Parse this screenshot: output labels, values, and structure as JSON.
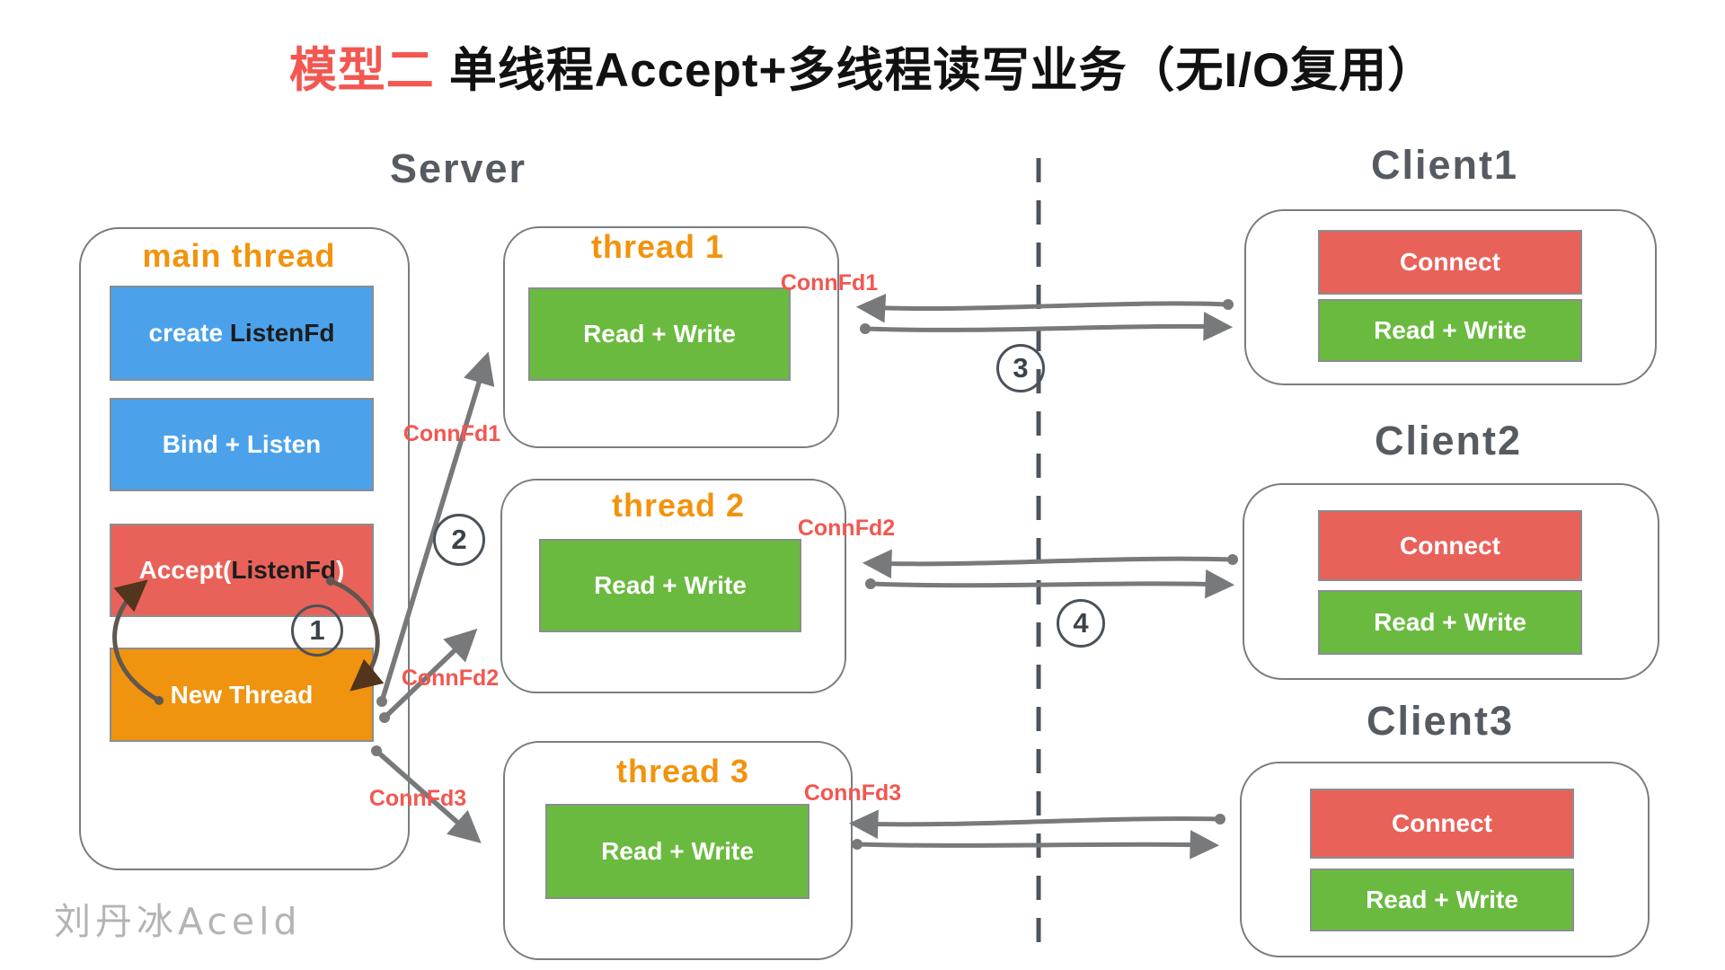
{
  "title": {
    "badge": "模型二",
    "text": "单线程Accept+多线程读写业务（无I/O复用）"
  },
  "section_labels": {
    "server": "Server"
  },
  "main_thread": {
    "label": "main thread",
    "create": {
      "white": "create ",
      "black": "ListenFd"
    },
    "bind": "Bind + Listen",
    "accept": {
      "open": "Accept(",
      "fd": "ListenFd",
      "close": ")"
    },
    "new_thread": "New Thread"
  },
  "threads": [
    {
      "label": "thread 1",
      "body": "Read + Write",
      "conn_label_at_source": "ConnFd1",
      "conn_label_at_thread": "ConnFd1"
    },
    {
      "label": "thread 2",
      "body": "Read + Write",
      "conn_label_at_source": "ConnFd2",
      "conn_label_at_thread": "ConnFd2"
    },
    {
      "label": "thread 3",
      "body": "Read + Write",
      "conn_label_at_source": "ConnFd3",
      "conn_label_at_thread": "ConnFd3"
    }
  ],
  "clients": [
    {
      "label": "Client1",
      "connect": "Connect",
      "rw": "Read + Write"
    },
    {
      "label": "Client2",
      "connect": "Connect",
      "rw": "Read + Write"
    },
    {
      "label": "Client3",
      "connect": "Connect",
      "rw": "Read + Write"
    }
  ],
  "steps": {
    "s1": "1",
    "s2": "2",
    "s3": "3",
    "s4": "4"
  },
  "watermark": "刘丹冰Aceld",
  "colors": {
    "blue_box": "#4ba2ea",
    "red_box": "#e8625a",
    "green_box": "#6aba3f",
    "orange_box": "#f0930f",
    "orange_label": "#f2930d",
    "conn_red": "#f25750",
    "title_red": "#f25750",
    "section_label_gray": "#555b60",
    "arrow_gray": "#77797b",
    "arrowhead_brown": "#53341c",
    "dashed_line": "#4d545b",
    "watermark_gray": "#b2b5b2"
  }
}
